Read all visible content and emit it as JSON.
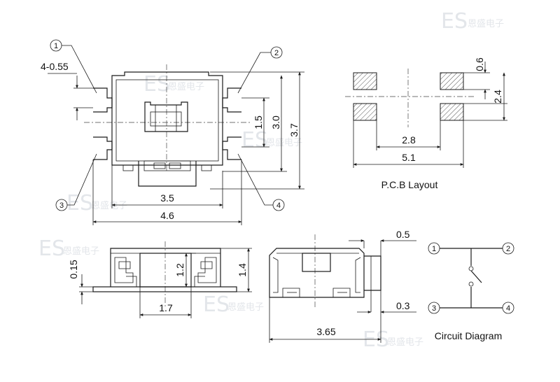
{
  "watermark": {
    "logo": "ES",
    "text": "恩盛电子"
  },
  "top_view": {
    "dims": {
      "pitch": "4-0.55",
      "inner_w": "3.5",
      "outer_w": "4.6",
      "h1": "1.5",
      "h2": "3.0",
      "h3": "3.7"
    }
  },
  "pins": {
    "p1": "1",
    "p2": "2",
    "p3": "3",
    "p4": "4"
  },
  "pcb": {
    "caption": "P.C.B Layout",
    "dims": {
      "pad_h": "0.6",
      "span_v": "2.4",
      "inner": "2.8",
      "outer": "5.1"
    }
  },
  "front_view": {
    "dims": {
      "stand": "0.15",
      "body_h": "1.2",
      "total_h": "1.4",
      "width": "1.7"
    }
  },
  "side_view": {
    "dims": {
      "top": "0.5",
      "bottom": "0.3",
      "length": "3.65"
    }
  },
  "circuit": {
    "caption": "Circuit Diagram"
  }
}
